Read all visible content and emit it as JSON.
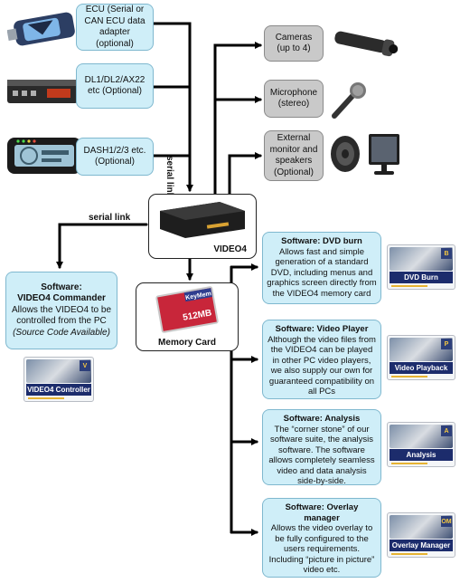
{
  "inputs": {
    "ecu": "ECU (Serial or CAN ECU data adapter (optional)",
    "dl": "DL1/DL2/AX22 etc (Optional)",
    "dash": "DASH1/2/3 etc. (Optional)"
  },
  "peripherals": {
    "cameras": "Cameras (up to 4)",
    "microphone": "Microphone (stereo)",
    "monitor": "External monitor and speakers (Optional)"
  },
  "links": {
    "serial_vertical": "serial link",
    "serial_horizontal": "serial link"
  },
  "device": {
    "label": "VIDEO4"
  },
  "memory_card": {
    "label": "Memory Card",
    "card_brand": "KeyMem",
    "card_size": "512MB"
  },
  "commander": {
    "title_line1": "Software:",
    "title_line2": "VIDEO4 Commander",
    "desc": "Allows the VIDEO4 to be controlled from the PC",
    "note": "(Source Code Available)",
    "thumb": "VIDEO4 Controller"
  },
  "software": [
    {
      "title": "Software: DVD burn",
      "desc": "Allows fast and simple generation of a standard DVD, including menus and graphics screen directly from the VIDEO4 memory card",
      "thumb": "DVD Burn"
    },
    {
      "title": "Software: Video Player",
      "desc": "Although the video files from the VIDEO4 can be played in other PC video players, we also supply our own for guaranteed compatibility on all PCs",
      "thumb": "Video Playback"
    },
    {
      "title": "Software: Analysis",
      "desc": "The “corner stone” of our software suite, the analysis software. The software allows completely seamless video and data analysis side-by-side.",
      "thumb": "Analysis"
    },
    {
      "title": "Software: Overlay manager",
      "desc": "Allows the video overlay to be fully configured to the users requirements. Including “picture in picture” video etc.",
      "thumb": "Overlay Manager"
    }
  ]
}
